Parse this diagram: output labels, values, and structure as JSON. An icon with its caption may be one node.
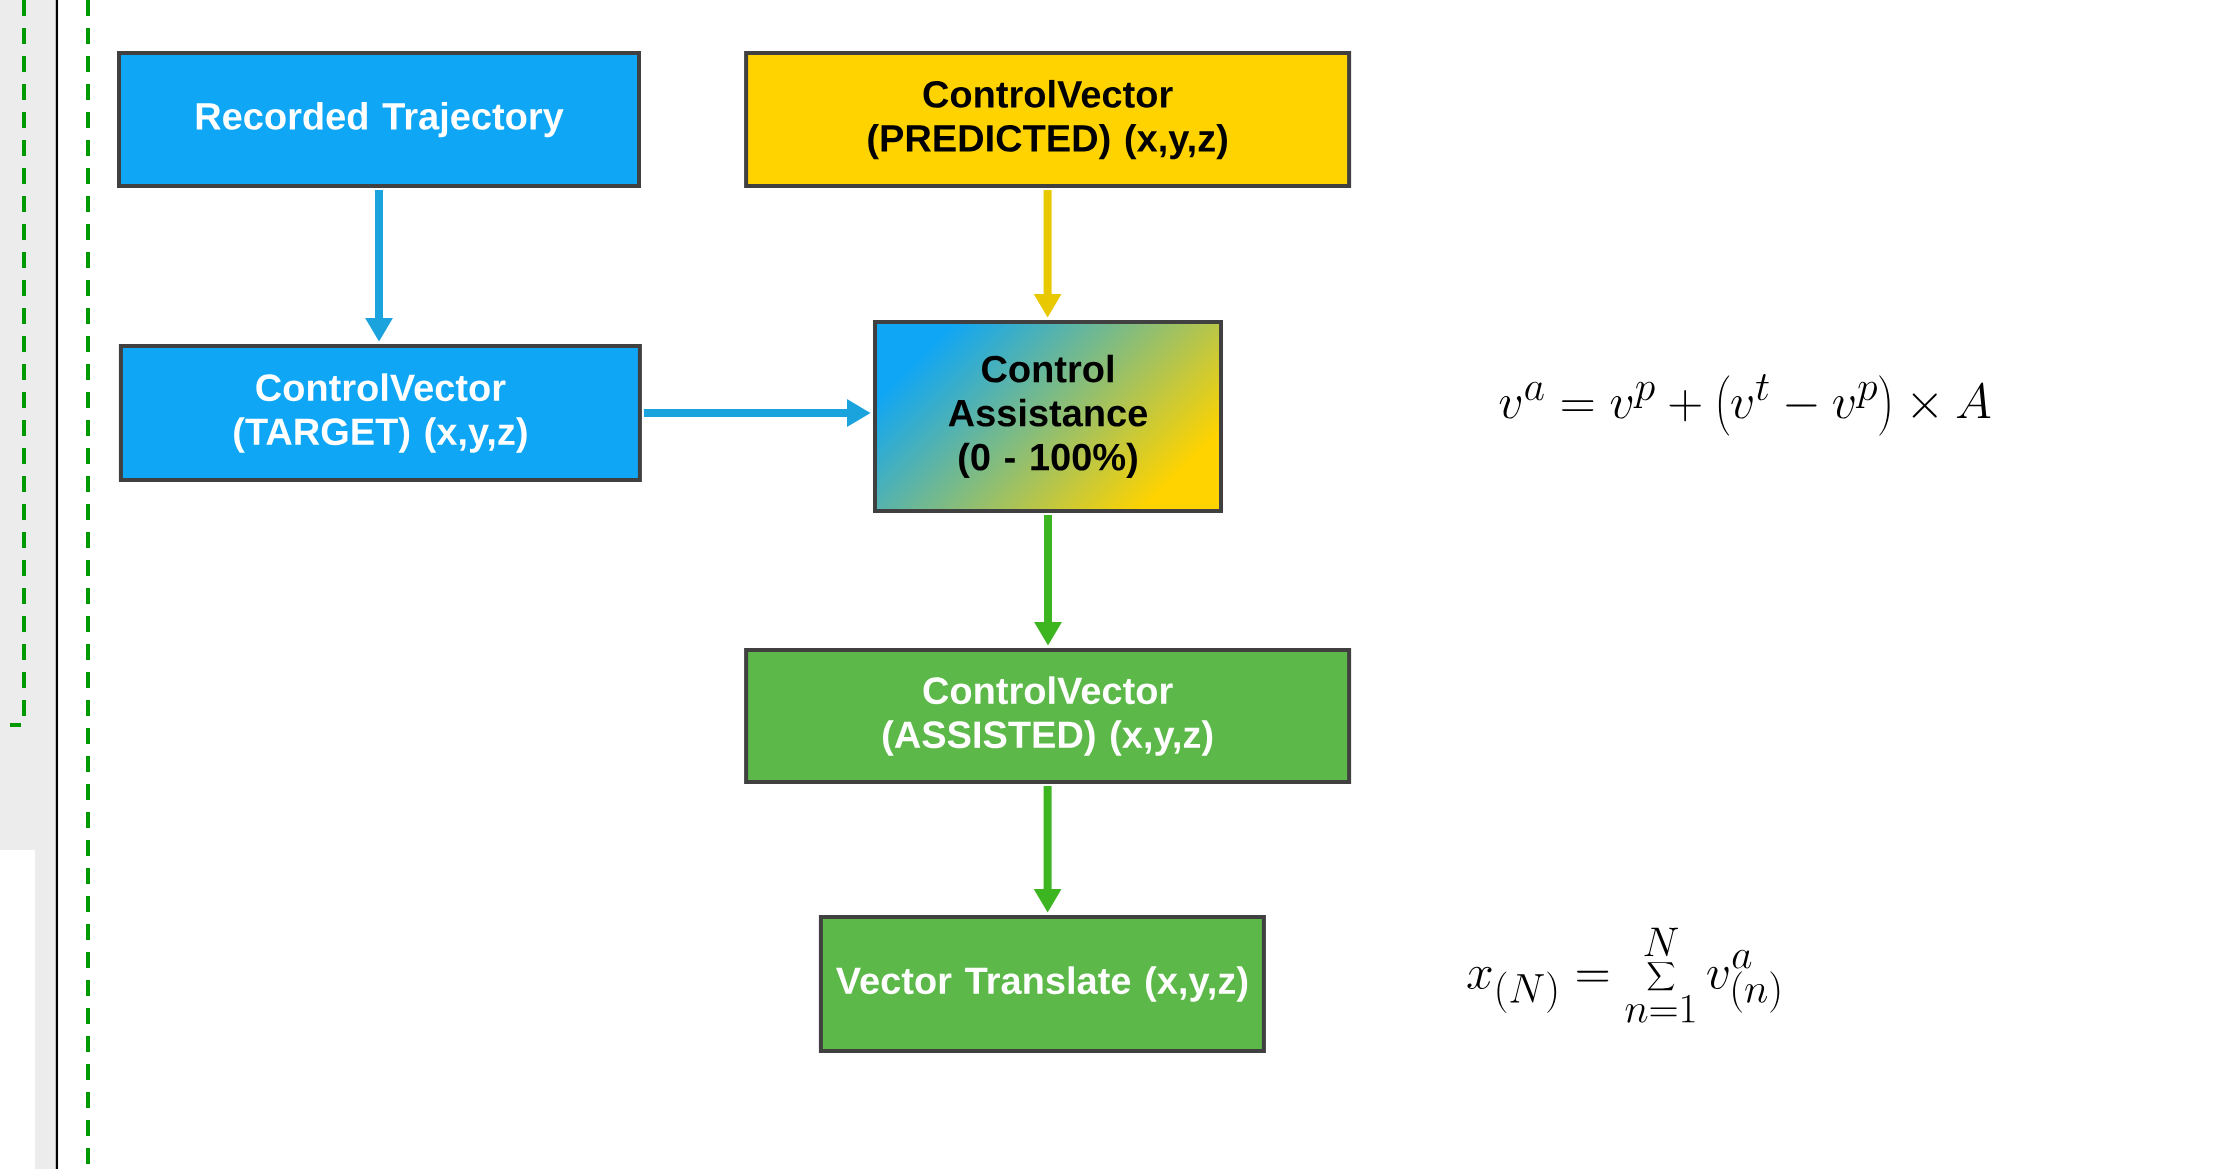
{
  "diagram": {
    "nodes": [
      {
        "text": [
          "Recorded Trajectory"
        ]
      },
      {
        "text": [
          "ControlVector (PREDICTED) (x,y,z)"
        ]
      },
      {
        "text": [
          "ControlVector (TARGET) (x,y,z)"
        ]
      },
      {
        "text": [
          "Control Assistance (0 - 100%)"
        ]
      },
      {
        "text": [
          "ControlVector (ASSISTED) (x,y,z)"
        ]
      },
      {
        "text": [
          "Vector Translate (x,y,z)"
        ]
      }
    ],
    "edges": [
      {
        "from": 0,
        "to": 2,
        "arrow": "to",
        "color": "#1aa3dc"
      },
      {
        "from": 1,
        "to": 3,
        "arrow": "to",
        "color": "#e8c800"
      },
      {
        "from": 2,
        "to": 3,
        "arrow": "to",
        "color": "#1aa3dc"
      },
      {
        "from": 3,
        "to": 4,
        "arrow": "to",
        "color": "#3cb521"
      },
      {
        "from": 4,
        "to": 5,
        "arrow": "to",
        "color": "#3cb521"
      }
    ],
    "labels": [
      "v^{a} = v^{p} + \\left(v^{t} - v^{p}\\right) \\times A",
      "x_{(N)} = \\sum_{n=1}^{N} v^{a}_{(n)}"
    ]
  }
}
